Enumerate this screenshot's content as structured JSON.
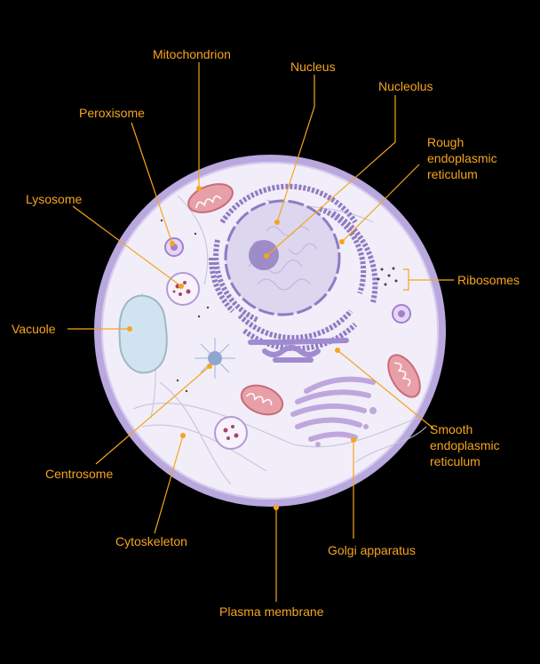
{
  "labels": {
    "mitochondrion": "Mitochondrion",
    "nucleus": "Nucleus",
    "nucleolus": "Nucleolus",
    "peroxisome": "Peroxisome",
    "rough_er": "Rough\nendoplasmic\nreticulum",
    "lysosome": "Lysosome",
    "ribosomes": "Ribosomes",
    "vacuole": "Vacuole",
    "smooth_er": "Smooth\nendoplasmic\nreticulum",
    "centrosome": "Centrosome",
    "cytoskeleton": "Cytoskeleton",
    "golgi": "Golgi apparatus",
    "plasma_membrane": "Plasma membrane"
  },
  "colors": {
    "background": "#000000",
    "label": "#f5a51d",
    "leader_line": "#f5a51d",
    "membrane_outer": "#b9a8de",
    "cytoplasm": "#f1eef9",
    "nucleus": "#dcd6ee",
    "nucleolus": "#9d8cc8",
    "er": "#8f7bc2",
    "mitochondrion": "#e8a0a8",
    "vacuole": "#cfe4f0"
  }
}
